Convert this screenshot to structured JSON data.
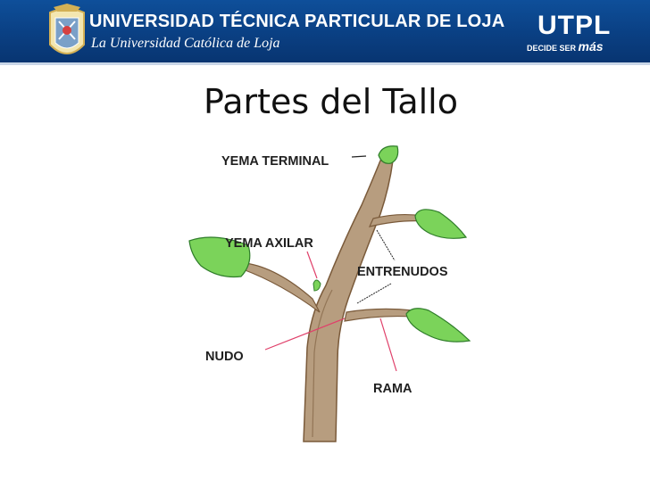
{
  "header": {
    "university_name": "UNIVERSIDAD TÉCNICA PARTICULAR DE LOJA",
    "tagline": "La Universidad Católica de Loja",
    "logo_text": "UTPL",
    "slogan_prefix": "DECIDE SER",
    "slogan_emphasis": "más",
    "seal_icon": "university-seal-icon"
  },
  "slide": {
    "title": "Partes del Tallo"
  },
  "diagram": {
    "labels": {
      "yema_terminal": "YEMA TERMINAL",
      "yema_axilar": "YEMA AXILAR",
      "entrenudos": "ENTRENUDOS",
      "nudo": "NUDO",
      "rama": "RAMA"
    },
    "colors": {
      "stem": "#b79d7f",
      "stem_shadow": "#7a5a3a",
      "leaf": "#7bd35a",
      "leaf_edge": "#2f7d2a",
      "pointer_red": "#e0406a",
      "pointer_black": "#222222"
    }
  }
}
